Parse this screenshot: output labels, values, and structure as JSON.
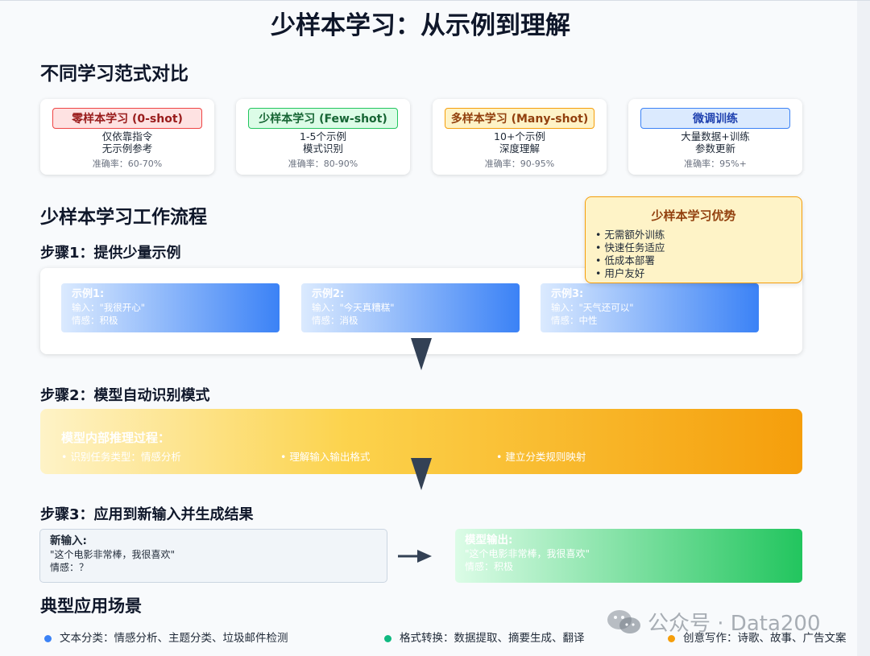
{
  "title": "少样本学习：从示例到理解",
  "comparison": {
    "heading": "不同学习范式对比",
    "cards": [
      {
        "tag": "零样本学习 (0-shot)",
        "line1": "仅依靠指令",
        "line2": "无示例参考",
        "acc": "准确率：60-70%",
        "bg": "#fee2e2",
        "border": "#ef4444",
        "color": "#991b1b"
      },
      {
        "tag": "少样本学习 (Few-shot)",
        "line1": "1-5个示例",
        "line2": "模式识别",
        "acc": "准确率：80-90%",
        "bg": "#dcfce7",
        "border": "#22c55e",
        "color": "#166534"
      },
      {
        "tag": "多样本学习 (Many-shot)",
        "line1": "10+个示例",
        "line2": "深度理解",
        "acc": "准确率：90-95%",
        "bg": "#fef3c7",
        "border": "#f59e0b",
        "color": "#92400e"
      },
      {
        "tag": "微调训练",
        "line1": "大量数据+训练",
        "line2": "参数更新",
        "acc": "准确率：95%+",
        "bg": "#dbeafe",
        "border": "#3b82f6",
        "color": "#1e40af"
      }
    ]
  },
  "workflow": {
    "heading": "少样本学习工作流程"
  },
  "advantages": {
    "title": "少样本学习优势",
    "items": [
      "• 无需额外训练",
      "• 快速任务适应",
      "• 低成本部署",
      "• 用户友好"
    ]
  },
  "step1": {
    "heading": "步骤1：提供少量示例",
    "examples": [
      {
        "title": "示例1:",
        "input": "输入：\"我很开心\"",
        "sentiment": "情感：积极"
      },
      {
        "title": "示例2:",
        "input": "输入：\"今天真糟糕\"",
        "sentiment": "情感：消极"
      },
      {
        "title": "示例3:",
        "input": "输入：\"天气还可以\"",
        "sentiment": "情感：中性"
      }
    ]
  },
  "step2": {
    "heading": "步骤2：模型自动识别模式",
    "title": "模型内部推理过程：",
    "items": [
      "• 识别任务类型：情感分析",
      "• 理解输入输出格式",
      "• 建立分类规则映射"
    ]
  },
  "step3": {
    "heading": "步骤3：应用到新输入并生成结果",
    "input": {
      "title": "新输入:",
      "text": "\"这个电影非常棒，我很喜欢\"",
      "sentiment": "情感：？"
    },
    "output": {
      "title": "模型输出:",
      "text": "\"这个电影非常棒，我很喜欢\"",
      "sentiment": "情感：积极"
    }
  },
  "scenarios": {
    "heading": "典型应用场景",
    "items": [
      {
        "text": "文本分类：情感分析、主题分类、垃圾邮件检测",
        "color": "#3b82f6"
      },
      {
        "text": "格式转换：数据提取、摘要生成、翻译",
        "color": "#10b981"
      },
      {
        "text": "创意写作：诗歌、故事、广告文案",
        "color": "#f59e0b"
      }
    ]
  },
  "watermark": {
    "text": "公众号 · Data200",
    "icon": "wechat-icon"
  }
}
